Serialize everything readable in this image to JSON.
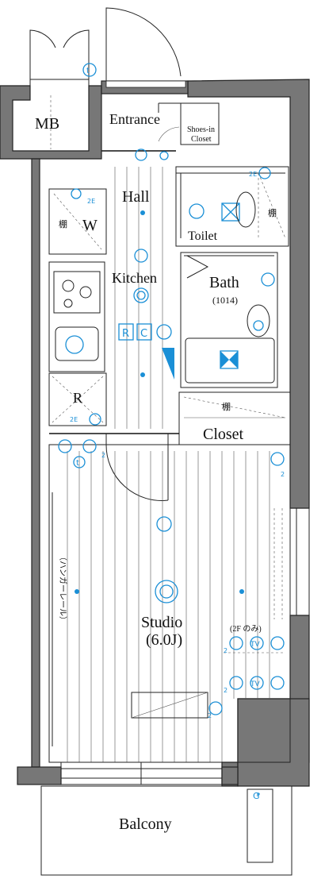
{
  "rooms": {
    "mb": "MB",
    "entrance": "Entrance",
    "shoes_closet_line1": "Shoes-in",
    "shoes_closet_line2": "Closet",
    "hall": "Hall",
    "toilet": "Toilet",
    "kitchen": "Kitchen",
    "bath": "Bath",
    "bath_size": "(1014)",
    "washer": "W",
    "fridge": "R",
    "closet": "Closet",
    "studio": "Studio",
    "studio_size": "(6.0J)",
    "balcony": "Balcony"
  },
  "annotations": {
    "shelf_toilet": "棚",
    "shelf_washer": "棚",
    "shelf_closet": "棚",
    "hanger_rail": "（ハンガーレール）",
    "second_floor_only": "(2F のみ)",
    "label_2e_w": "2E",
    "label_2e_toilet": "2E",
    "label_2e_r": "2E",
    "range_r": "R",
    "range_c": "C",
    "tv1": "TV",
    "tv2": "TV",
    "telephone_t": "t",
    "gas_g": "G",
    "num2_a": "2",
    "num2_b": "2",
    "num2_c": "2",
    "num2_d": "2",
    "num2_e": "2"
  },
  "colors": {
    "wall": "#777777",
    "outline": "#111111",
    "equipment": "#1a8fd6"
  }
}
